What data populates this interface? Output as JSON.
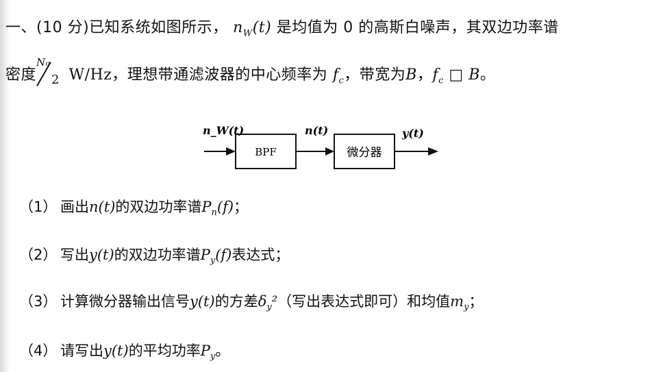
{
  "problem": {
    "l1_a": "一、(10 分)已知系统如图所示，",
    "l1_nw": "n",
    "l1_nw_sub": "W",
    "l1_t": "(t)",
    "l1_b": "是均值为 0 的高斯白噪声，其双边功率谱",
    "l2_a": "密度",
    "l2_num": "N₀",
    "l2_den": "2",
    "l2_b": " W/Hz，理想带通滤波器的中心频率为",
    "l2_fc": "f",
    "l2_fc_sub": "c",
    "l2_c": "，带宽为",
    "l2_B": "B",
    "l2_d": "，",
    "l2_fc2": "f",
    "l2_fc2_sub": "c",
    "l2_rel": "□",
    "l2_B2": "B",
    "l2_e": "。"
  },
  "diagram": {
    "input_label": "n_W(t)",
    "block1": "BPF",
    "mid_label": "n(t)",
    "block2": "微分器",
    "output_label": "y(t)"
  },
  "items": [
    {
      "num": "（1）",
      "a": "画出",
      "v": "n(t)",
      "b": "的双边功率谱",
      "p": "P",
      "ps": "n",
      "pf": "(f)",
      "c": "；"
    },
    {
      "num": "（2）",
      "a": "写出",
      "v": "y(t)",
      "b": "的双边功率谱",
      "p": "P",
      "ps": "y",
      "pf": "(f)",
      "c": "表达式；"
    },
    {
      "num": "（3）",
      "a": "计算微分器输出信号",
      "v": "y(t)",
      "b": "的方差",
      "p": "δ",
      "ps": "y",
      "pf": "²",
      "c": "（写出表达式即可）和均值",
      "m": "m",
      "ms": "y",
      "d": "；"
    },
    {
      "num": "（4）",
      "a": "请写出",
      "v": "y(t)",
      "b": "的平均功率",
      "p": "P",
      "ps": "y",
      "pf": "",
      "c": "。"
    }
  ]
}
